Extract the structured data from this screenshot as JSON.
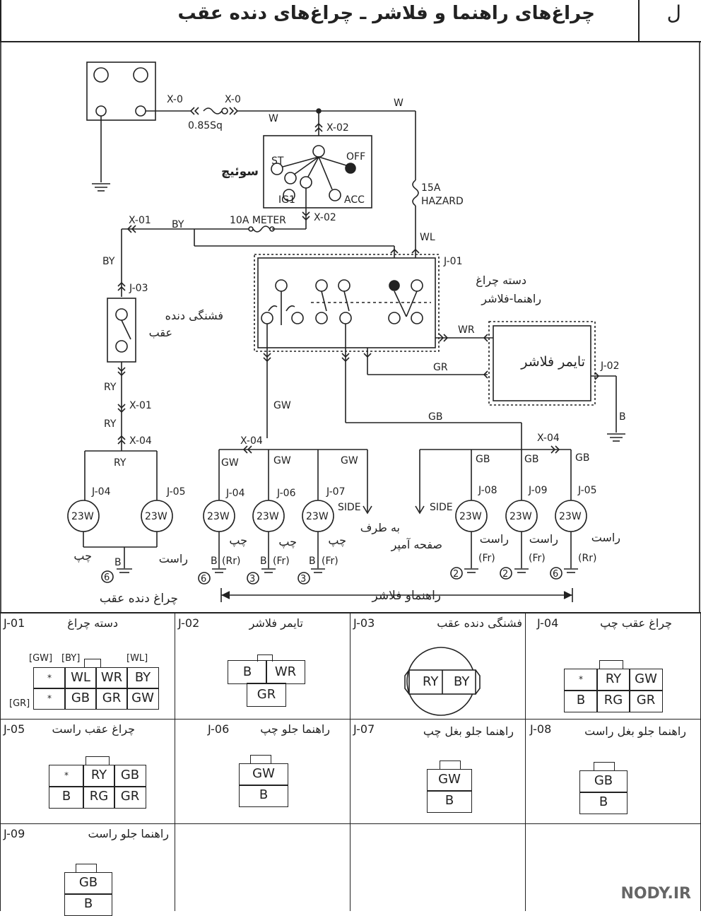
{
  "header": {
    "title": "چراغ‌های راهنما و فلاشر ـ چراغ‌های دنده عقب",
    "section_letter": "ل"
  },
  "diagram": {
    "wire_x0": "X-0",
    "wire_x0b": "X-0",
    "wire_size": "0.85Sq",
    "wire_w1": "W",
    "wire_w2": "W",
    "x02_top": "X-02",
    "x02_bottom": "X-02",
    "switch_label": "سوئیچ",
    "sw_st": "ST",
    "sw_off": "OFF",
    "sw_ig1": "IG1",
    "sw_acc": "ACC",
    "fuse_hazard_amp": "15A",
    "fuse_hazard_name": "HAZARD",
    "fuse_meter": "10A METER",
    "x01": "X-01",
    "by1": "BY",
    "by2": "BY",
    "wl": "WL",
    "j01": "J-01",
    "lever_label_1": "دسته چراغ",
    "lever_label_2": "راهنما-فلاشر",
    "j03": "J-03",
    "reverse_label_1": "فشنگی دنده",
    "reverse_label_2": "عقب",
    "ry1": "RY",
    "x01b": "X-01",
    "ry2": "RY",
    "x04a": "X-04",
    "ry3": "RY",
    "wr": "WR",
    "gr": "GR",
    "flasher_label": "تایمر فلاشر",
    "j02": "J-02",
    "b_ground": "B",
    "gw_main": "GW",
    "gb_main": "GB",
    "x04b": "X-04",
    "x04c": "X-04",
    "gw_a": "GW",
    "gw_b": "GW",
    "gw_c": "GW",
    "gb_a": "GB",
    "gb_b": "GB",
    "gb_c": "GB",
    "j04a": "J-04",
    "j05a": "J-05",
    "j04b": "J-04",
    "j06": "J-06",
    "j07": "J-07",
    "j08": "J-08",
    "j09": "J-09",
    "j05b": "J-05",
    "lamp_watt": "23W",
    "side1": "SIDE",
    "side2": "SIDE",
    "to_dash_1": "به طرف",
    "to_dash_2": "صفحه آمپر",
    "left": "چپ",
    "right": "راست",
    "b": "B",
    "rr": "(Rr)",
    "fr": "(Fr)",
    "g6": "6",
    "g3": "3",
    "g2": "2",
    "reverse_lamps": "چراغ دنده عقب",
    "turn_flasher": "راهنماو فلاشر"
  },
  "connectors": [
    {
      "code": "J-01",
      "title": "دسته چراغ",
      "pins": [
        "*",
        "WL",
        "WR",
        "BY",
        "*",
        "GB",
        "GR",
        "GW"
      ],
      "labels": [
        "[GW]",
        "[BY]",
        "[WL]",
        "[GR]"
      ]
    },
    {
      "code": "J-02",
      "title": "تایمر فلاشر",
      "pins": [
        "B",
        "WR",
        "GR"
      ]
    },
    {
      "code": "J-03",
      "title": "فشنگی دنده عقب",
      "pins": [
        "RY",
        "BY"
      ]
    },
    {
      "code": "J-04",
      "title": "چراغ عقب چپ",
      "pins": [
        "*",
        "RY",
        "GW",
        "B",
        "RG",
        "GR"
      ]
    },
    {
      "code": "J-05",
      "title": "چراغ عقب راست",
      "pins": [
        "*",
        "RY",
        "GB",
        "B",
        "RG",
        "GR"
      ]
    },
    {
      "code": "J-06",
      "title": "راهنما جلو چپ",
      "pins": [
        "GW",
        "B"
      ]
    },
    {
      "code": "J-07",
      "title": "راهنما جلو بغل چپ",
      "pins": [
        "GW",
        "B"
      ]
    },
    {
      "code": "J-08",
      "title": "راهنما جلو بغل راست",
      "pins": [
        "GB",
        "B"
      ]
    },
    {
      "code": "J-09",
      "title": "راهنما جلو راست",
      "pins": [
        "GB",
        "B"
      ]
    }
  ],
  "watermark": "NODY.IR"
}
